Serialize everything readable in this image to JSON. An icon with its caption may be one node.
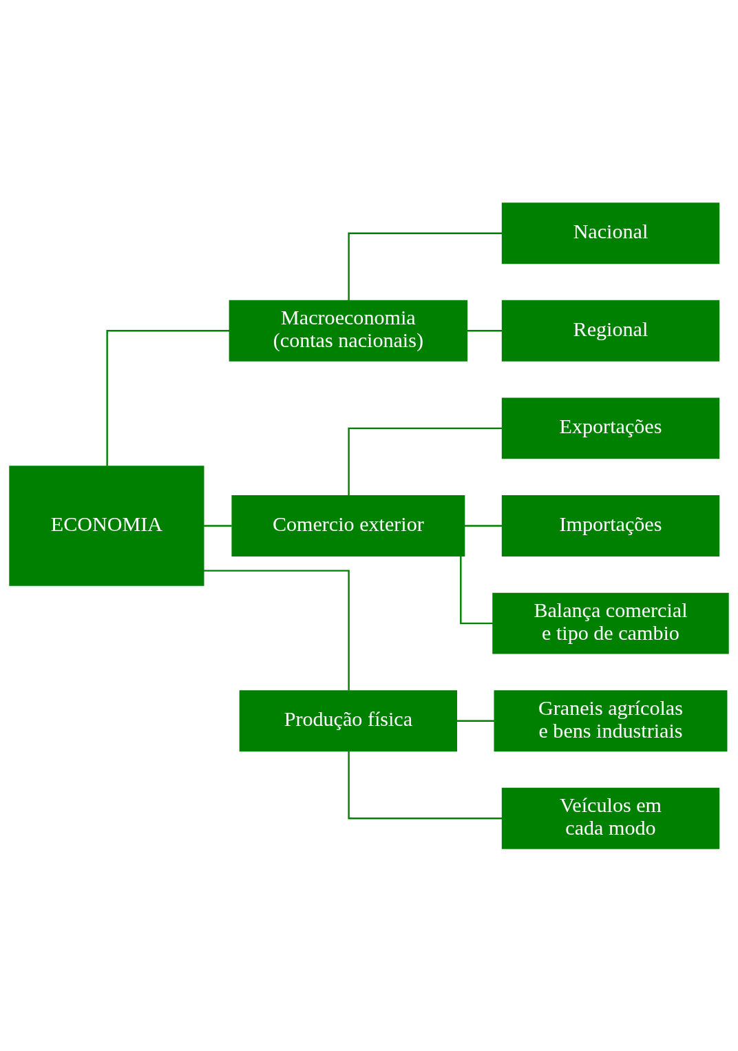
{
  "diagram": {
    "nodes": [
      {
        "text": [
          "ECONOMIA"
        ]
      },
      {
        "text": [
          "Macroeconomia (contas nacionais)"
        ]
      },
      {
        "text": [
          "Nacional"
        ]
      },
      {
        "text": [
          "Regional"
        ]
      },
      {
        "text": [
          "Comercio exterior"
        ]
      },
      {
        "text": [
          "Exportações"
        ]
      },
      {
        "text": [
          "Importações"
        ]
      },
      {
        "text": [
          "Balança comercial e tipo de cambio"
        ]
      },
      {
        "text": [
          "Produção física"
        ]
      },
      {
        "text": [
          "Graneis agrícolas e bens industriais"
        ]
      },
      {
        "text": [
          "Veículos em cada modo"
        ]
      }
    ],
    "edges": [
      {
        "from": 0,
        "to": 1,
        "arrow": "none"
      },
      {
        "from": 0,
        "to": 4,
        "arrow": "none"
      },
      {
        "from": 0,
        "to": 8,
        "arrow": "none"
      },
      {
        "from": 1,
        "to": 2,
        "arrow": "none"
      },
      {
        "from": 1,
        "to": 3,
        "arrow": "none"
      },
      {
        "from": 4,
        "to": 5,
        "arrow": "none"
      },
      {
        "from": 4,
        "to": 6,
        "arrow": "none"
      },
      {
        "from": 4,
        "to": 7,
        "arrow": "none"
      },
      {
        "from": 8,
        "to": 9,
        "arrow": "none"
      },
      {
        "from": 8,
        "to": 10,
        "arrow": "none"
      }
    ]
  }
}
